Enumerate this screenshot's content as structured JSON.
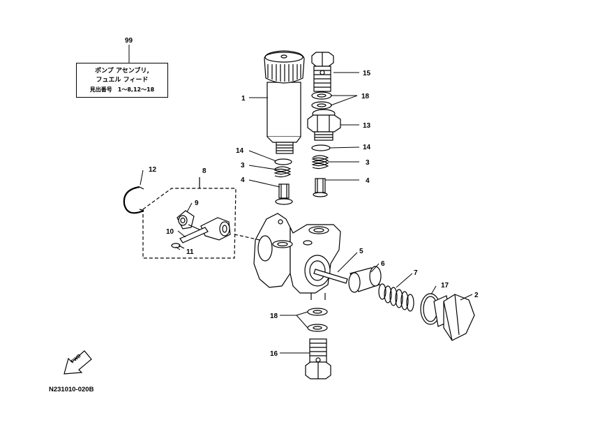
{
  "assembly_box": {
    "callout": "99",
    "line1": "ポンプ アセンブリ,",
    "line2": "フュエル フィード",
    "line3": "見出番号　1〜8,12〜18"
  },
  "callouts": {
    "c1": "1",
    "c2": "2",
    "c3_left": "3",
    "c3_right": "3",
    "c4_left": "4",
    "c4_right": "4",
    "c5": "5",
    "c6": "6",
    "c7": "7",
    "c8": "8",
    "c9": "9",
    "c10": "10",
    "c11": "11",
    "c12": "12",
    "c13": "13",
    "c14_left": "14",
    "c14_right": "14",
    "c15": "15",
    "c16": "16",
    "c17": "17",
    "c18_top": "18",
    "c18_bottom": "18"
  },
  "fwd_label": "FWD",
  "catalog_code": "N231010-020B"
}
